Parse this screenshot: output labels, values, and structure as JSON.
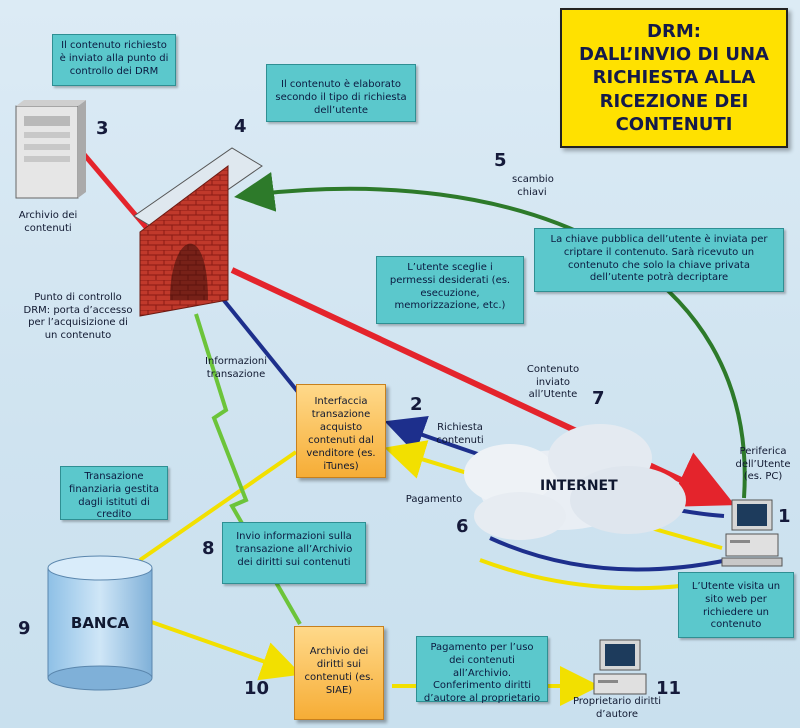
{
  "title": "DRM:\nDALL’INVIO DI UNA RICHIESTA ALLA RICEZIONE DEI CONTENUTI",
  "numbers": {
    "n1": "1",
    "n2": "2",
    "n3": "3",
    "n4": "4",
    "n5": "5",
    "n6": "6",
    "n7": "7",
    "n8": "8",
    "n9": "9",
    "n10": "10",
    "n11": "11"
  },
  "boxes": {
    "contenuto_inviato": "Il contenuto richiesto è inviato alla punto di controllo dei DRM",
    "contenuto_elaborato": "Il contenuto è elaborato secondo il tipo di richiesta dell’utente",
    "chiave_pubblica": "La chiave pubblica dell’utente è inviata per criptare il contenuto. Sarà ricevuto un contenuto che solo la chiave privata dell’utente potrà decriptare",
    "utente_sceglie": "L’utente sceglie i permessi desiderati (es. esecuzione, memorizzazione, etc.)",
    "transazione_finanziaria": "Transazione finanziaria gestita dagli istituti di credito",
    "invio_informazioni": "Invio informazioni sulla transazione all’Archivio dei diritti sui contenuti",
    "utente_visita": "L’Utente visita un sito web per richiedere un contenuto",
    "pagamento_uso": "Pagamento per l’uso dei contenuti all’Archivio. Conferimento diritti d’autore al proprietario",
    "interfaccia": "Interfaccia transazione acquisto contenuti dal venditore (es. iTunes)",
    "archivio_diritti": "Archivio dei diritti sui contenuti (es. SIAE)"
  },
  "labels": {
    "archivio_contenuti": "Archivio dei contenuti",
    "punto_controllo": "Punto di controllo DRM: porta d’accesso per l’acquisizione di un contenuto",
    "scambio_chiavi": "scambio chiavi",
    "informazioni_transazione": "Informazioni transazione",
    "contenuto_inviato_utente": "Contenuto inviato all’Utente",
    "richiesta_contenuti": "Richiesta contenuti",
    "pagamento": "Pagamento",
    "internet": "INTERNET",
    "periferica": "Periferica dell’Utente (es. PC)",
    "banca": "BANCA",
    "proprietario": "Proprietario diritti d’autore"
  },
  "colors": {
    "red": "#e4242c",
    "blue": "#1d2f8c",
    "yellow": "#f2e000",
    "green": "#2d7a2a",
    "lime": "#6cc43a",
    "teal": "#5bc8cc",
    "title_bg": "#ffe100"
  }
}
